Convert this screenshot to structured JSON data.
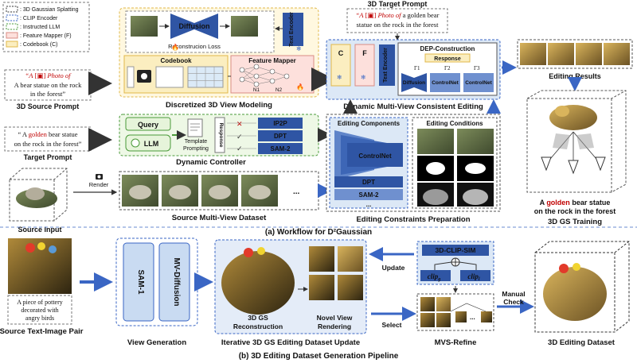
{
  "legend": {
    "gaussian": ": 3D Gaussian Splatting",
    "clip": ": CLIP Encoder",
    "llm": ": Instructed LLM",
    "mapper": ": Feature Mapper (F)",
    "codebook": ": Codebook (C)"
  },
  "prompts": {
    "source_text": "\"A bear statue on the rock in the forest\"",
    "source_label": "3D Source Prompt",
    "target_text": "\"A golden bear statue on the rock in the forest\"",
    "target_highlight": "golden",
    "target_label": "Target Prompt",
    "target3d_template_a": "A",
    "target3d_template_b": "Photo of",
    "target3d_tail": "a golden bear statue on the rock in the forest",
    "target3d_label": "3D Target Prompt"
  },
  "modeling": {
    "title": "Discretized 3D View Modeling",
    "diffusion": "Diffusion",
    "text_encoder": "Text Encoder",
    "loss": "Reconstrucion Loss",
    "codebook": "Codebook",
    "mapper": "Feature Mapper",
    "n1": "N1",
    "n2": "N2"
  },
  "controller": {
    "title": "Dynamic Controller",
    "query": "Query",
    "llm": "LLM",
    "template": "Template Prompting",
    "response": "Response",
    "tools": [
      "IP2P",
      "DPT",
      "SAM-2"
    ]
  },
  "source_input": {
    "label": "Source Input",
    "render": "Render"
  },
  "dataset": {
    "label": "Source Multi-View Dataset",
    "ellipsis": "..."
  },
  "editing": {
    "title": "Dynamic Multi-View Consistent Editing",
    "c": "C",
    "f": "F",
    "text_encoder": "Text Encoder",
    "dep": "DEP-Construction",
    "response": "Response",
    "gammas": [
      "Γ1",
      "Γ2",
      "Γ3"
    ],
    "diffusion": "Diffusion",
    "controlnet1": "ControlNet",
    "controlnet2": "ControlNet"
  },
  "constraints": {
    "title": "Editing Constraints Preparation",
    "components": "Editing Components",
    "conditions": "Editing Conditions",
    "controlnet": "ControlNet",
    "dpt": "DPT",
    "sam2": "SAM-2",
    "ellipsis": "..."
  },
  "results": {
    "label": "Editing Results",
    "training": "3D GS Training",
    "caption_a": "A",
    "caption_highlight": "golden",
    "caption_b": "bear statue",
    "caption_c": "on the rock in the forest"
  },
  "section_a": "(a) Workflow for D²Gaussian",
  "pipeline": {
    "pair_label": "Source Text-Image Pair",
    "pair_caption": "A piece of pottery decorated with angry birds",
    "view_gen": "View Generation",
    "sam1": "SAM-1",
    "mv_diffusion": "MV-Diffusion",
    "iter_label": "Iterative 3D GS Editing Dataset Update",
    "recon": "3D GS Reconstruction",
    "novel": "Novel View Rendering",
    "update": "Update",
    "select": "Select",
    "clip_sim": "3D-CLIP-SIM",
    "clip_g": "clip",
    "clip_g_sub": "g",
    "clip_l": "clip",
    "clip_l_sub": "l",
    "mvs_label": "MVS-Refine",
    "manual": "Manual Check",
    "dataset_label": "3D Editing Dataset",
    "ellipsis": "..."
  },
  "section_b": "(b) 3D Editing Dataset Generation Pipeline",
  "colors": {
    "yellow": "#fbeec0",
    "blue": "#d6e4f5",
    "green": "#e6f4da",
    "pink": "#fde0dc",
    "navy": "#2f55a4",
    "title_blue": "#1f4e9c",
    "red": "#c00000"
  }
}
